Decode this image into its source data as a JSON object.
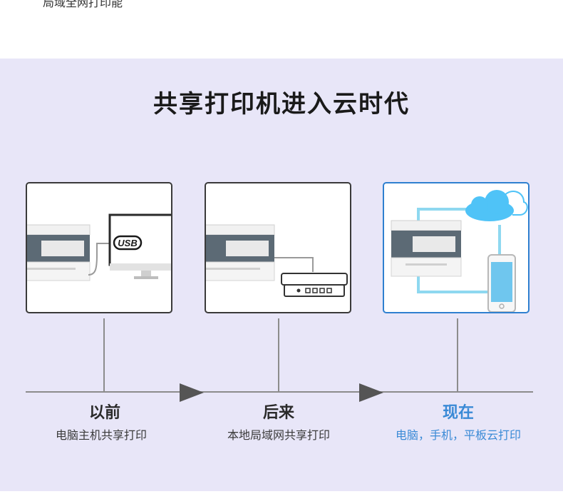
{
  "page": {
    "top_cut_text": "局域全网打印能",
    "title": "共享打印机进入云时代"
  },
  "stages": [
    {
      "label": "以前",
      "sub": "电脑主机共享打印",
      "badge": "USB"
    },
    {
      "label": "后来",
      "sub": "本地局域网共享打印"
    },
    {
      "label": "现在",
      "sub": "电脑，手机，平板云打印"
    }
  ],
  "colors": {
    "panel_bg": "#e8e6f8",
    "accent_blue": "#3a8ad6",
    "cloud": "#4fc3f7",
    "line": "#8c8c8c"
  }
}
